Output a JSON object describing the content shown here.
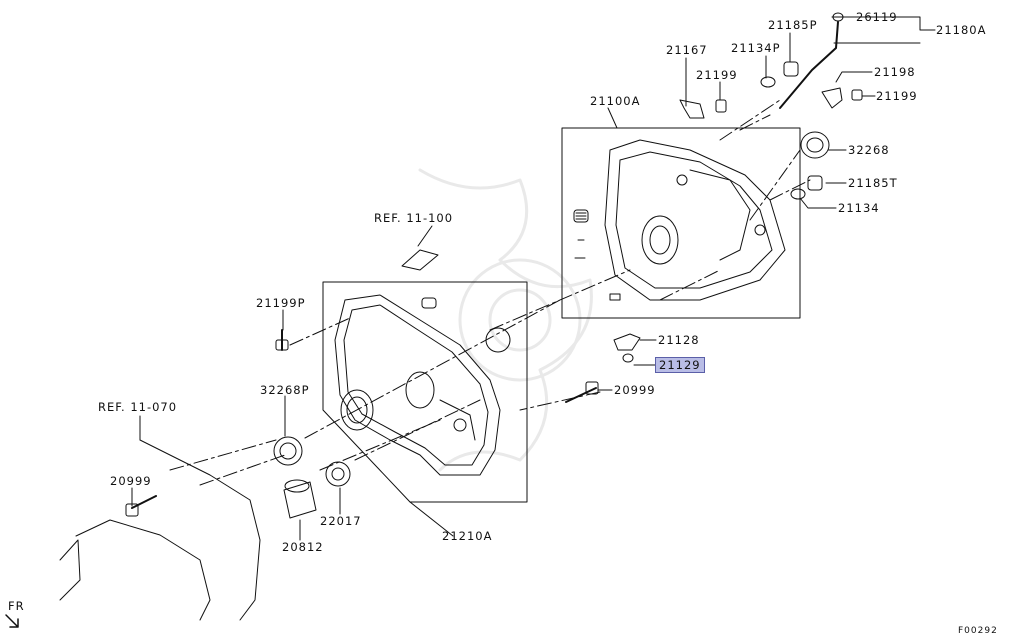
{
  "colors": {
    "ink": "#111111",
    "highlight": "#b9bde6",
    "watermark": "#eeeeee"
  },
  "highlighted_part": "21129",
  "labels": {
    "p26119": "26119",
    "p21180A": "21180A",
    "p21185P": "21185P",
    "p21167": "21167",
    "p21134P": "21134P",
    "p21199a": "21199",
    "p21198": "21198",
    "p21199b": "21199",
    "p21100A": "21100A",
    "p32268a": "32268",
    "p21185T": "21185T",
    "p21134": "21134",
    "ref100": "REF. 11-100",
    "p21199P": "21199P",
    "p21128": "21128",
    "p21129": "21129",
    "p32268P": "32268P",
    "p20999a": "20999",
    "ref070": "REF. 11-070",
    "p20999b": "20999",
    "p22017": "22017",
    "p20812": "20812",
    "p21210A": "21210A",
    "fr": "FR",
    "fig": "F00292"
  }
}
